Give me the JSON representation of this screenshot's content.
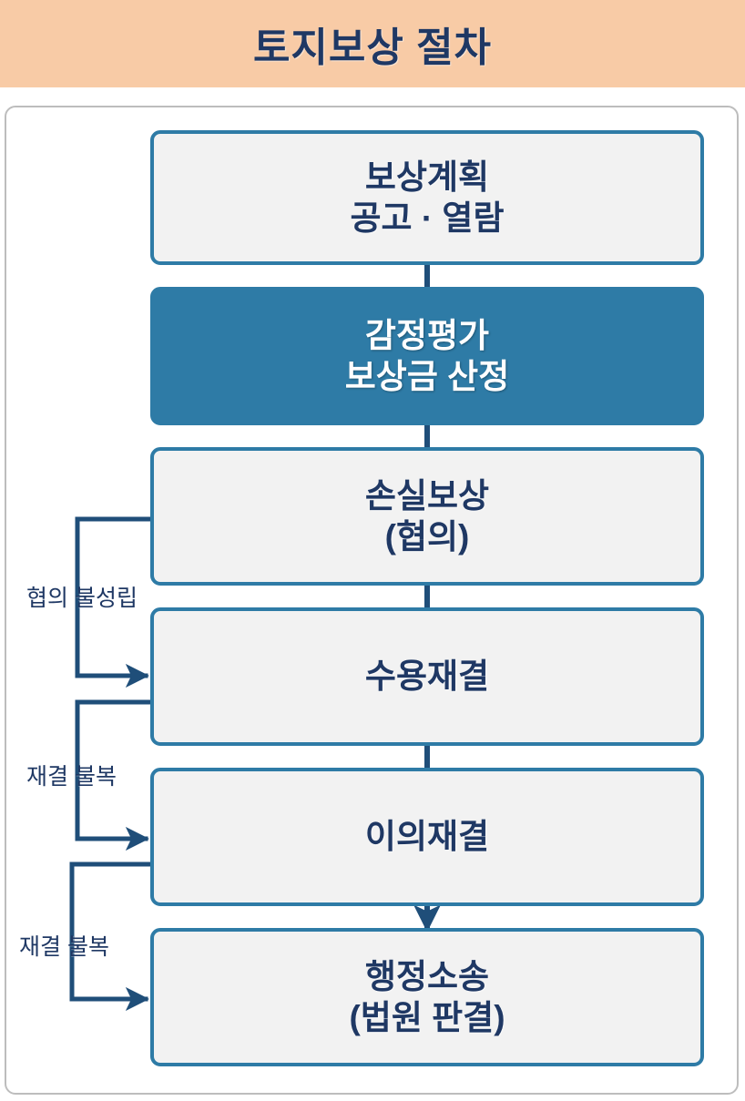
{
  "title": {
    "text": "토지보상 절차",
    "banner_color": "#F8CBA6",
    "text_color": "#1F3864"
  },
  "theme": {
    "box_border": "#2E7BA6",
    "box_fill": "#F2F2F2",
    "highlight_fill": "#2E7BA6",
    "highlight_text": "#FFFFFF",
    "text_color": "#1F3864",
    "connector_color": "#1F4E79",
    "frame_border": "#BDBDBD"
  },
  "flow": {
    "steps": [
      {
        "id": "step-1",
        "line1": "보상계획",
        "line2": "공고 · 열람",
        "highlighted": false
      },
      {
        "id": "step-2",
        "line1": "감정평가",
        "line2": "보상금 산정",
        "highlighted": true
      },
      {
        "id": "step-3",
        "line1": "손실보상",
        "line2": "(협의)",
        "highlighted": false
      },
      {
        "id": "step-4",
        "line1": "수용재결",
        "line2": "",
        "highlighted": false
      },
      {
        "id": "step-5",
        "line1": "이의재결",
        "line2": "",
        "highlighted": false
      },
      {
        "id": "step-6",
        "line1": "행정소송",
        "line2": "(법원 판결)",
        "highlighted": false
      }
    ],
    "branches": [
      {
        "id": "branch-1",
        "label": "협의 불성립",
        "from": "손실보상 (협의)",
        "to": "수용재결"
      },
      {
        "id": "branch-2",
        "label": "재결 불복",
        "from": "수용재결",
        "to": "이의재결"
      },
      {
        "id": "branch-3",
        "label": "재결 불복",
        "from": "이의재결",
        "to": "행정소송 (법원 판결)"
      }
    ]
  }
}
